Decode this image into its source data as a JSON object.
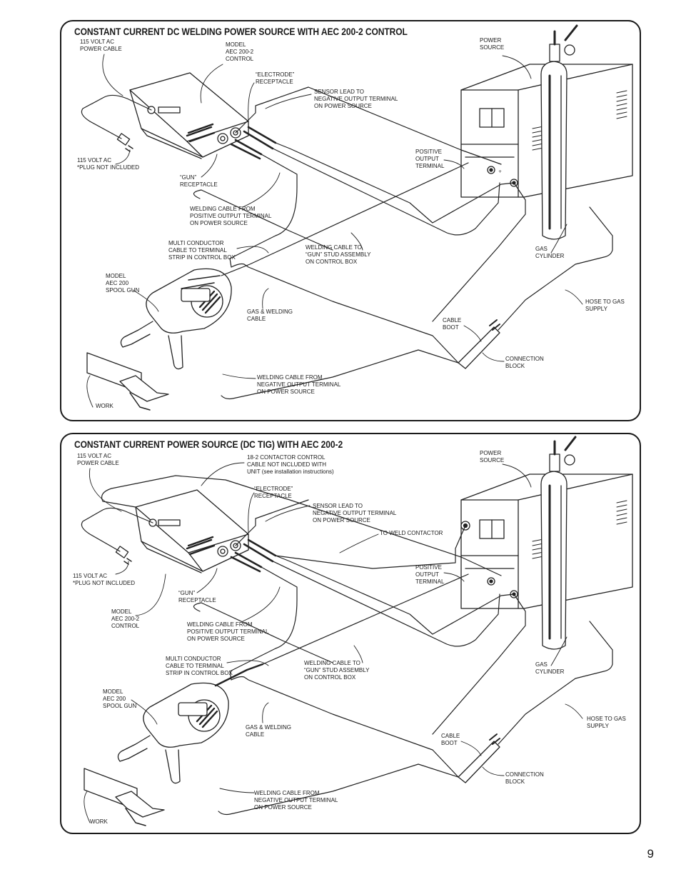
{
  "page_number": "9",
  "panel1": {
    "title": "CONSTANT CURRENT DC WELDING POWER SOURCE WITH AEC 200-2 CONTROL",
    "labels": {
      "power_cable": "115 VOLT AC\nPOWER CABLE",
      "model_control": "MODEL\nAEC 200-2\nCONTROL",
      "electrode_receptacle": "“ELECTRODE”\nRECEPTACLE",
      "sensor_lead": "SENSOR LEAD TO\nNEGATIVE OUTPUT TERMINAL\nON POWER SOURCE",
      "power_source": "POWER\nSOURCE",
      "plug": "115 VOLT AC\n*PLUG NOT INCLUDED",
      "gun_receptacle": "“GUN”\nRECEPTACLE",
      "positive_terminal": "POSITIVE\nOUTPUT\nTERMINAL",
      "welding_cable_positive": "WELDING CABLE FROM\nPOSITIVE OUTPUT TERMINAL\nON POWER SOURCE",
      "multi_conductor": "MULTI CONDUCTOR\nCABLE TO TERMINAL\nSTRIP IN CONTROL BOX",
      "welding_cable_gun": "WELDING CABLE TO\n“GUN” STUD ASSEMBLY\nON CONTROL BOX",
      "gas_cylinder": "GAS\nCYLINDER",
      "spool_gun": "MODEL\nAEC 200\nSPOOL GUN",
      "gas_welding_cable": "GAS & WELDING\nCABLE",
      "cable_boot": "CABLE\nBOOT",
      "hose": "HOSE TO GAS\nSUPPLY",
      "connection_block": "CONNECTION\nBLOCK",
      "welding_cable_negative": "WELDING CABLE FROM\nNEGATIVE OUTPUT TERMINAL\nON POWER SOURCE",
      "work": "WORK"
    }
  },
  "panel2": {
    "title": "CONSTANT CURRENT POWER SOURCE (DC TIG) WITH AEC 200-2",
    "labels": {
      "power_cable": "115 VOLT AC\nPOWER CABLE",
      "contactor_cable": "18-2 CONTACTOR CONTROL\nCABLE NOT INCLUDED WITH\nUNIT (see installation instructions)",
      "power_source": "POWER\nSOURCE",
      "electrode_receptacle": "“ELECTRODE”\nRECEPTACLE",
      "sensor_lead": "SENSOR LEAD TO\nNEGATIVE OUTPUT TERMINAL\nON POWER SOURCE",
      "to_weld_contactor": "TO WELD CONTACTOR",
      "plug": "115 VOLT AC\n*PLUG NOT INCLUDED",
      "positive_terminal": "POSITIVE\nOUTPUT\nTERMINAL",
      "gun_receptacle": "“GUN”\nRECEPTACLE",
      "model_control": "MODEL\nAEC 200-2\nCONTROL",
      "welding_cable_positive": "WELDING CABLE FROM\nPOSITIVE OUTPUT TERMINAL\nON POWER SOURCE",
      "multi_conductor": "MULTI CONDUCTOR\nCABLE TO TERMINAL\nSTRIP IN CONTROL BOX",
      "welding_cable_gun": "WELDING CABLE TO\n“GUN” STUD ASSEMBLY\nON CONTROL BOX",
      "gas_cylinder": "GAS\nCYLINDER",
      "spool_gun": "MODEL\nAEC 200\nSPOOL GUN",
      "gas_welding_cable": "GAS & WELDING\nCABLE",
      "hose": "HOSE TO GAS\nSUPPLY",
      "cable_boot": "CABLE\nBOOT",
      "connection_block": "CONNECTION\nBLOCK",
      "welding_cable_negative": "WELDING CABLE FROM\nNEGATIVE OUTPUT TERMINAL\nON POWER SOURCE",
      "work": "WORK"
    }
  }
}
